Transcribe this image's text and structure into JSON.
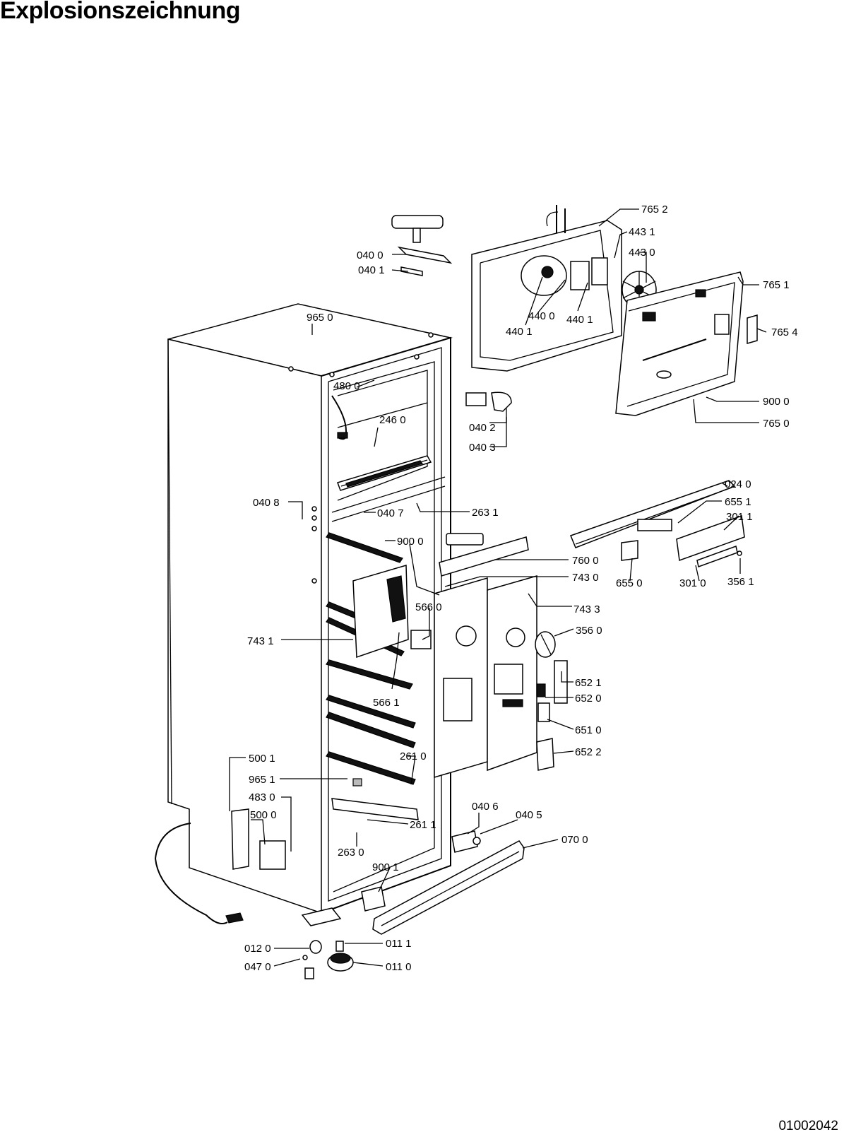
{
  "title": "Explosionszeichnung",
  "document_number": "01002042",
  "parts": [
    {
      "id": "p7652",
      "label": "765 2"
    },
    {
      "id": "p4431",
      "label": "443 1"
    },
    {
      "id": "p4430",
      "label": "443 0"
    },
    {
      "id": "p0400",
      "label": "040 0"
    },
    {
      "id": "p0401",
      "label": "040 1"
    },
    {
      "id": "p7651",
      "label": "765 1"
    },
    {
      "id": "p4400",
      "label": "440 0"
    },
    {
      "id": "p4401a",
      "label": "440 1"
    },
    {
      "id": "p4401b",
      "label": "440 1"
    },
    {
      "id": "p7654",
      "label": "765 4"
    },
    {
      "id": "p9650",
      "label": "965 0"
    },
    {
      "id": "p9000a",
      "label": "900 0"
    },
    {
      "id": "p7650",
      "label": "765 0"
    },
    {
      "id": "p4800",
      "label": "480 0"
    },
    {
      "id": "p0402",
      "label": "040 2"
    },
    {
      "id": "p2460",
      "label": "246 0"
    },
    {
      "id": "p0403",
      "label": "040 3"
    },
    {
      "id": "p0240",
      "label": "024 0"
    },
    {
      "id": "p6551",
      "label": "655 1"
    },
    {
      "id": "p0408",
      "label": "040 8"
    },
    {
      "id": "p0407",
      "label": "040 7"
    },
    {
      "id": "p2631",
      "label": "263 1"
    },
    {
      "id": "p3011",
      "label": "301 1"
    },
    {
      "id": "p9000b",
      "label": "900 0"
    },
    {
      "id": "p7600",
      "label": "760 0"
    },
    {
      "id": "p7430",
      "label": "743 0"
    },
    {
      "id": "p6550",
      "label": "655 0"
    },
    {
      "id": "p3010",
      "label": "301 0"
    },
    {
      "id": "p3561",
      "label": "356 1"
    },
    {
      "id": "p5660",
      "label": "566 0"
    },
    {
      "id": "p7433",
      "label": "743 3"
    },
    {
      "id": "p3560",
      "label": "356 0"
    },
    {
      "id": "p7431",
      "label": "743 1"
    },
    {
      "id": "p6521",
      "label": "652 1"
    },
    {
      "id": "p6520",
      "label": "652 0"
    },
    {
      "id": "p5661",
      "label": "566 1"
    },
    {
      "id": "p6510",
      "label": "651 0"
    },
    {
      "id": "p6522",
      "label": "652 2"
    },
    {
      "id": "p5001",
      "label": "500 1"
    },
    {
      "id": "p2610",
      "label": "261 0"
    },
    {
      "id": "p9651",
      "label": "965 1"
    },
    {
      "id": "p4830",
      "label": "483 0"
    },
    {
      "id": "p5000",
      "label": "500 0"
    },
    {
      "id": "p0406",
      "label": "040 6"
    },
    {
      "id": "p0405",
      "label": "040 5"
    },
    {
      "id": "p2611",
      "label": "261 1"
    },
    {
      "id": "p0700",
      "label": "070 0"
    },
    {
      "id": "p2630",
      "label": "263 0"
    },
    {
      "id": "p9001",
      "label": "900 1"
    },
    {
      "id": "p0120",
      "label": "012 0"
    },
    {
      "id": "p0111",
      "label": "011 1"
    },
    {
      "id": "p0470",
      "label": "047 0"
    },
    {
      "id": "p0110",
      "label": "011 0"
    }
  ]
}
